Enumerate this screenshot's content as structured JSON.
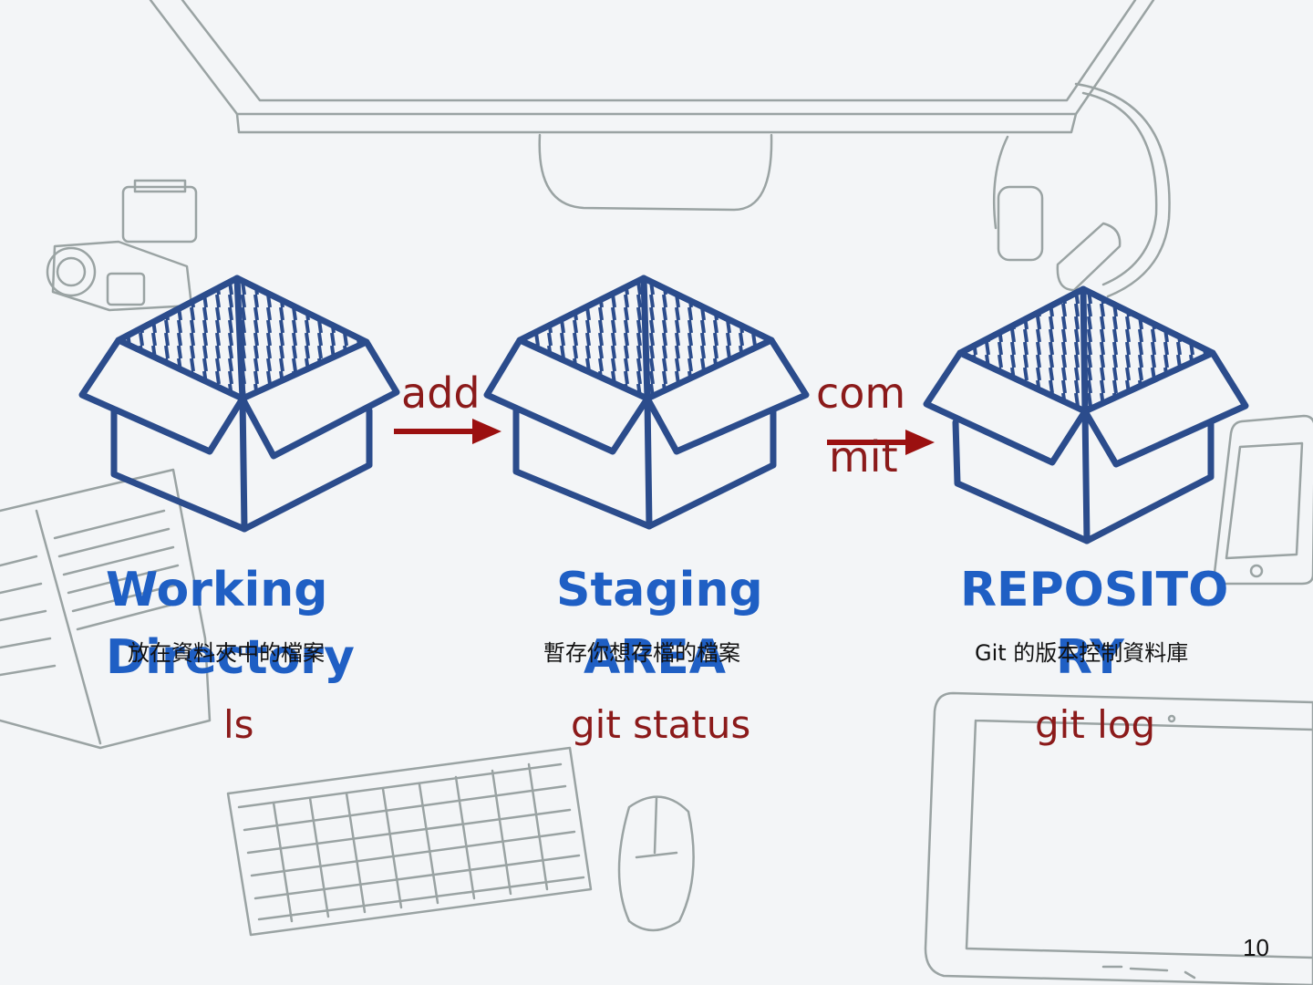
{
  "slide": {
    "page_number": "10"
  },
  "stages": [
    {
      "title_line1": "Working",
      "title_line2": "Directory",
      "description": "放在資料夾中的檔案",
      "command": "ls"
    },
    {
      "title_line1": "Staging",
      "title_line2": "AREA",
      "description": "暫存你想存檔的檔案",
      "command": "git status"
    },
    {
      "title_line1": "REPOSITO",
      "title_line2": "RY",
      "description": "Git 的版本控制資料庫",
      "command": "git log"
    }
  ],
  "arrows": [
    {
      "label": "add"
    },
    {
      "label_line1": "com",
      "label_line2": "mit"
    }
  ],
  "colors": {
    "box_stroke": "#2b4c8c",
    "title": "#1f5fc4",
    "command": "#8b1a1a",
    "arrow": "#9b1010",
    "sketch": "#9aa3a3"
  }
}
